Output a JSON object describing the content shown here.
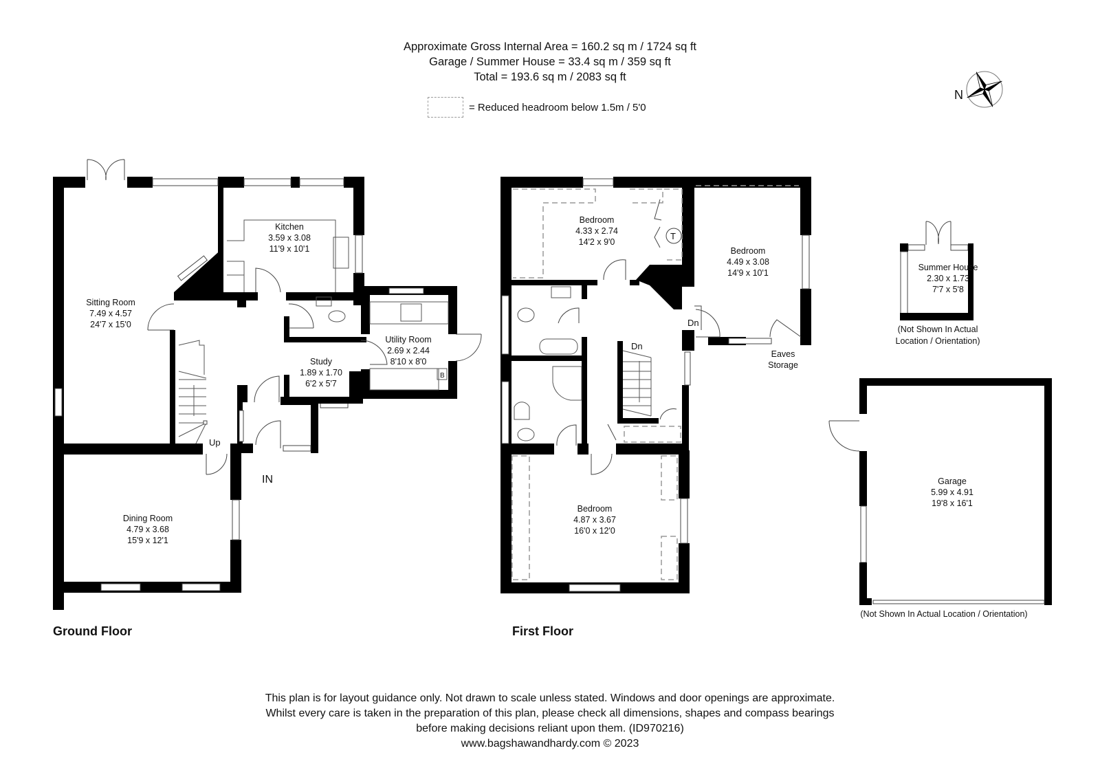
{
  "header": {
    "gross_internal_area": "Approximate Gross Internal Area = 160.2 sq m / 1724 sq ft",
    "garage_summer_house_area": "Garage / Summer House = 33.4 sq m / 359 sq ft",
    "total_area": "Total = 193.6 sq m / 2083 sq ft",
    "legend_text": "= Reduced headroom below 1.5m / 5'0"
  },
  "compass": {
    "label": "N"
  },
  "ground_floor": {
    "title": "Ground Floor",
    "rooms": [
      {
        "name": "Sitting Room",
        "metric": "7.49 x 4.57",
        "imperial": "24'7 x 15'0"
      },
      {
        "name": "Kitchen",
        "metric": "3.59 x 3.08",
        "imperial": "11'9 x 10'1"
      },
      {
        "name": "Utility Room",
        "metric": "2.69 x 2.44",
        "imperial": "8'10 x 8'0"
      },
      {
        "name": "Study",
        "metric": "1.89 x 1.70",
        "imperial": "6'2 x 5'7"
      },
      {
        "name": "Dining Room",
        "metric": "4.79 x 3.68",
        "imperial": "15'9 x 12'1"
      }
    ],
    "labels": {
      "up": "Up",
      "entrance": "IN",
      "boiler": "B"
    }
  },
  "first_floor": {
    "title": "First Floor",
    "rooms": [
      {
        "name": "Bedroom",
        "metric": "4.33 x 2.74",
        "imperial": "14'2 x 9'0"
      },
      {
        "name": "Bedroom",
        "metric": "4.49 x 3.08",
        "imperial": "14'9 x 10'1"
      },
      {
        "name": "Bedroom",
        "metric": "4.87 x 3.67",
        "imperial": "16'0 x 12'0"
      }
    ],
    "labels": {
      "down_stairs": "Dn",
      "down_step": "Dn",
      "tank": "T",
      "eaves_1": "Eaves",
      "eaves_2": "Storage"
    }
  },
  "outbuildings": {
    "summer_house": {
      "name": "Summer House",
      "metric": "2.30 x 1.73",
      "imperial": "7'7 x 5'8",
      "note_1": "(Not Shown In Actual",
      "note_2": "Location / Orientation)"
    },
    "garage": {
      "name": "Garage",
      "metric": "5.99 x 4.91",
      "imperial": "19'8 x 16'1",
      "note": "(Not Shown In Actual Location / Orientation)"
    }
  },
  "footer": {
    "line_1": "This plan is for layout guidance only. Not drawn to scale unless stated. Windows and door openings are approximate.",
    "line_2": "Whilst every care is taken in the preparation of this plan, please check all dimensions, shapes and compass bearings",
    "line_3": "before making decisions reliant upon them. (ID970216)",
    "line_4": "www.bagshawandhardy.com © 2023"
  }
}
